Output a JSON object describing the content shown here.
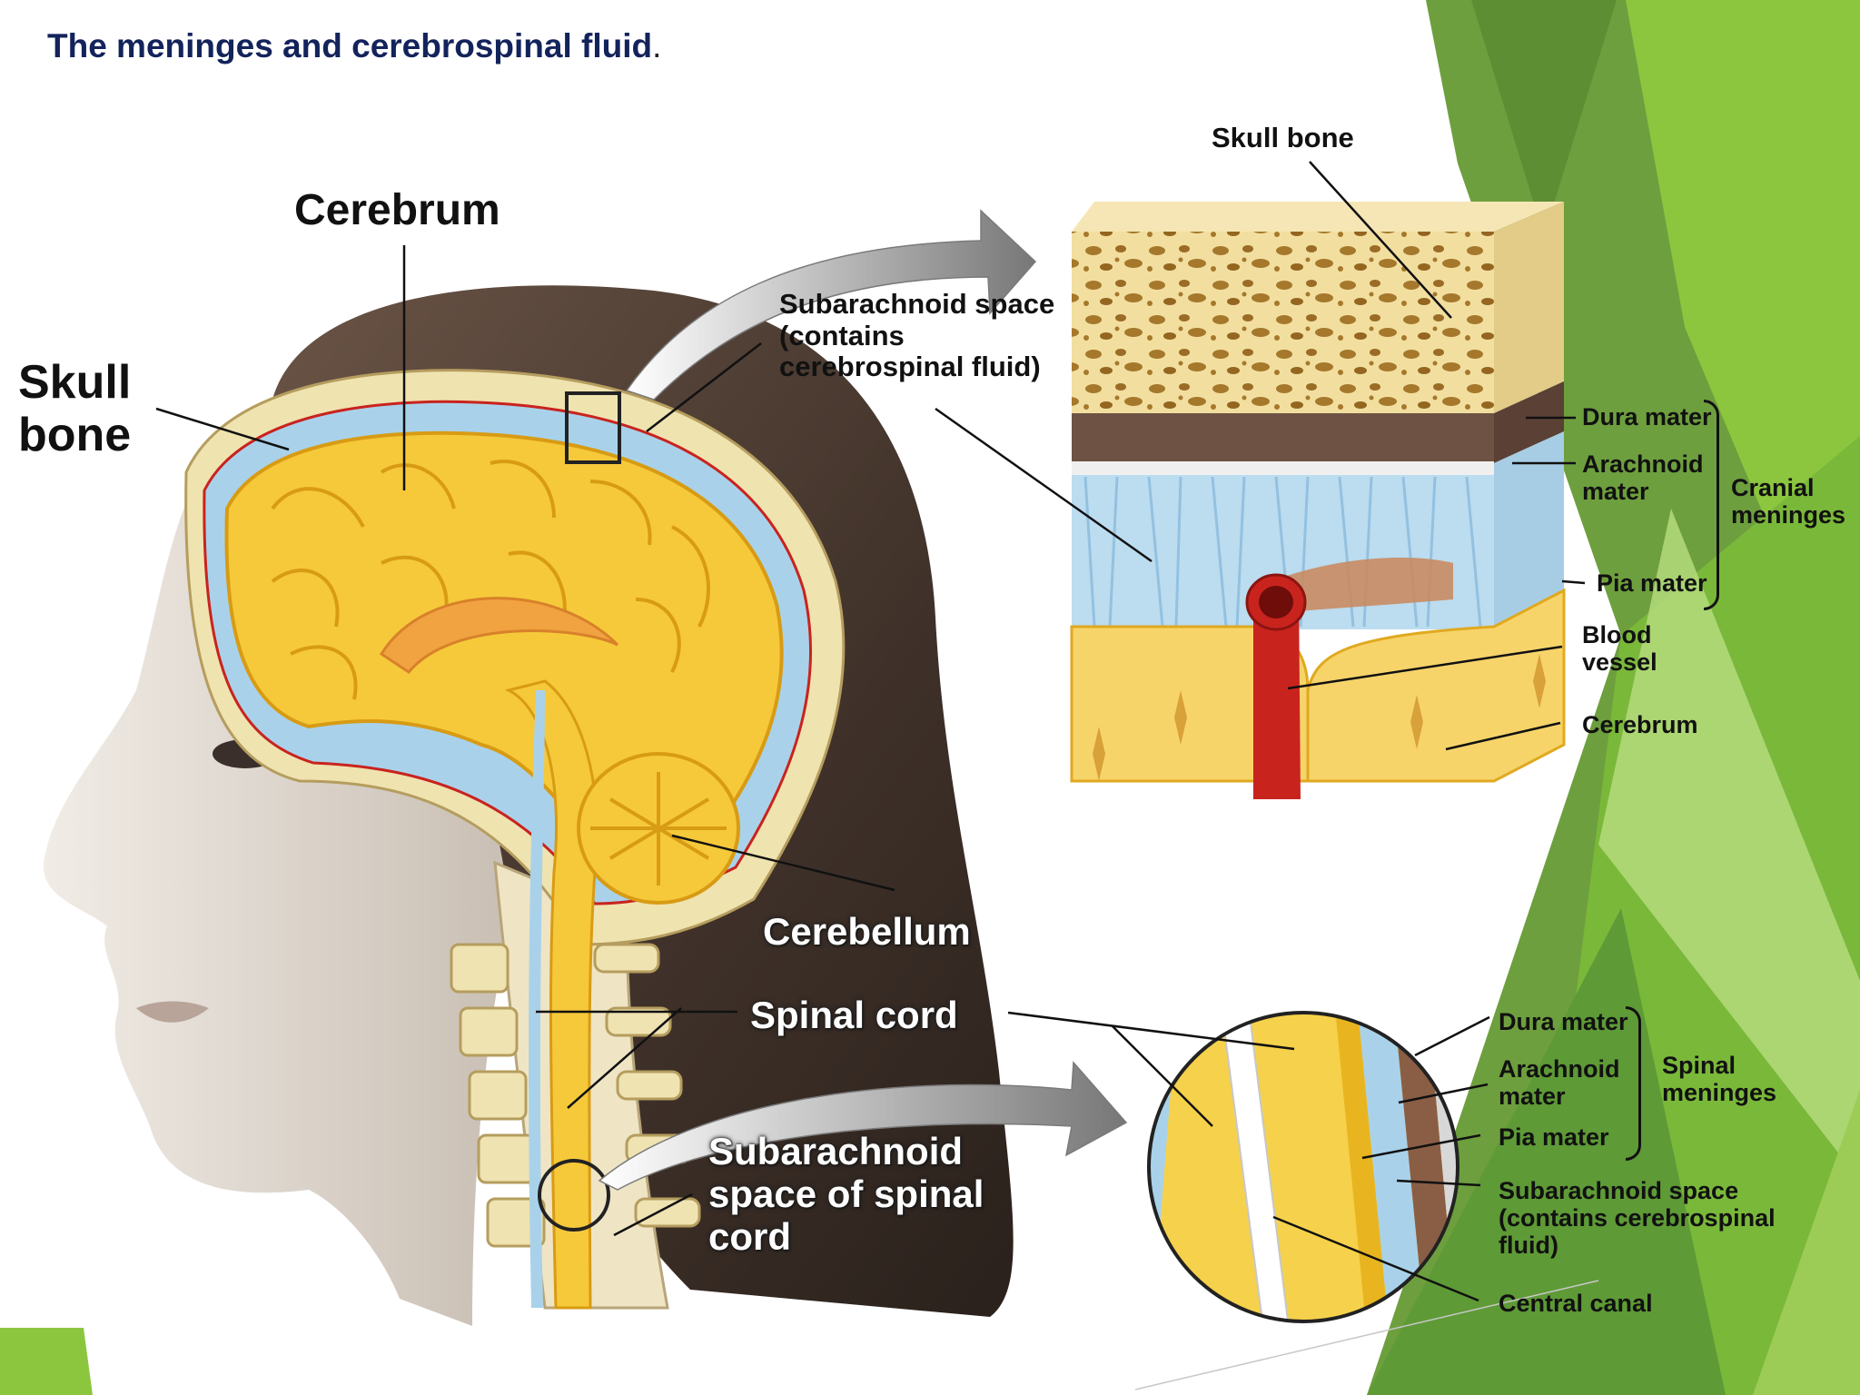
{
  "title": {
    "text": "The meninges and cerebrospinal fluid",
    "punct": "."
  },
  "head_labels": {
    "cerebrum": "Cerebrum",
    "skull_bone": "Skull bone",
    "subarachnoid_space": "Subarachnoid space (contains cerebrospinal fluid)",
    "cerebellum": "Cerebellum",
    "spinal_cord": "Spinal cord",
    "subarachnoid_space_spinal": "Subarachnoid space of spinal cord"
  },
  "cranial_inset": {
    "skull_bone": "Skull bone",
    "dura_mater": "Dura mater",
    "arachnoid_mater": "Arachnoid mater",
    "pia_mater": "Pia mater",
    "cranial_meninges": "Cranial meninges",
    "blood_vessel": "Blood vessel",
    "cerebrum": "Cerebrum"
  },
  "spinal_inset": {
    "dura_mater": "Dura mater",
    "arachnoid_mater": "Arachnoid mater",
    "pia_mater": "Pia mater",
    "spinal_meninges": "Spinal meninges",
    "subarachnoid_space": "Subarachnoid space (contains cerebrospinal fluid)",
    "central_canal": "Central canal"
  },
  "colors": {
    "green_light": "#8cc63f",
    "green_dark": "#5e9a36",
    "title_navy": "#13235b",
    "brain_yellow": "#f6c93a",
    "bone": "#f3e3a6",
    "dura_brown": "#6e5244",
    "csf_blue": "#a9d2ea",
    "vessel_red": "#c9231e"
  }
}
